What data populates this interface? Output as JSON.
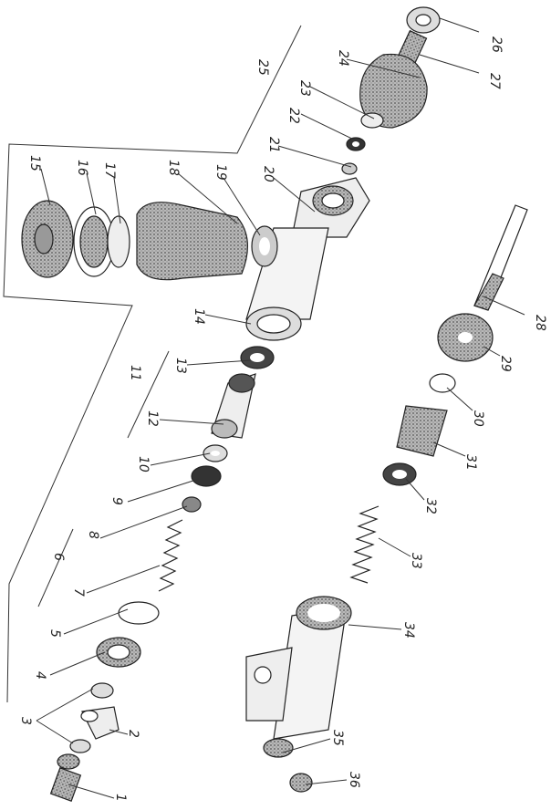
{
  "callouts": [
    {
      "id": "c1",
      "text": "1"
    },
    {
      "id": "c2",
      "text": "2"
    },
    {
      "id": "c3",
      "text": "3"
    },
    {
      "id": "c4",
      "text": "4"
    },
    {
      "id": "c5",
      "text": "5"
    },
    {
      "id": "c6",
      "text": "6"
    },
    {
      "id": "c7",
      "text": "7"
    },
    {
      "id": "c8",
      "text": "8"
    },
    {
      "id": "c9",
      "text": "9"
    },
    {
      "id": "c10",
      "text": "10"
    },
    {
      "id": "c11",
      "text": "11"
    },
    {
      "id": "c12",
      "text": "12"
    },
    {
      "id": "c13",
      "text": "13"
    },
    {
      "id": "c14",
      "text": "14"
    },
    {
      "id": "c15",
      "text": "15"
    },
    {
      "id": "c16",
      "text": "16"
    },
    {
      "id": "c17",
      "text": "17"
    },
    {
      "id": "c18",
      "text": "18"
    },
    {
      "id": "c19",
      "text": "19"
    },
    {
      "id": "c20",
      "text": "20"
    },
    {
      "id": "c21",
      "text": "21"
    },
    {
      "id": "c22",
      "text": "22"
    },
    {
      "id": "c23",
      "text": "23"
    },
    {
      "id": "c24",
      "text": "24"
    },
    {
      "id": "c25",
      "text": "25"
    },
    {
      "id": "c26",
      "text": "26"
    },
    {
      "id": "c27",
      "text": "27"
    },
    {
      "id": "c28",
      "text": "28"
    },
    {
      "id": "c29",
      "text": "29"
    },
    {
      "id": "c30",
      "text": "30"
    },
    {
      "id": "c31",
      "text": "31"
    },
    {
      "id": "c32",
      "text": "32"
    },
    {
      "id": "c33",
      "text": "33"
    },
    {
      "id": "c34",
      "text": "34"
    },
    {
      "id": "c35",
      "text": "35"
    },
    {
      "id": "c36",
      "text": "36"
    }
  ],
  "colors": {
    "ink": "#222222",
    "shade": "#8a8a8a",
    "paper": "#ffffff"
  }
}
